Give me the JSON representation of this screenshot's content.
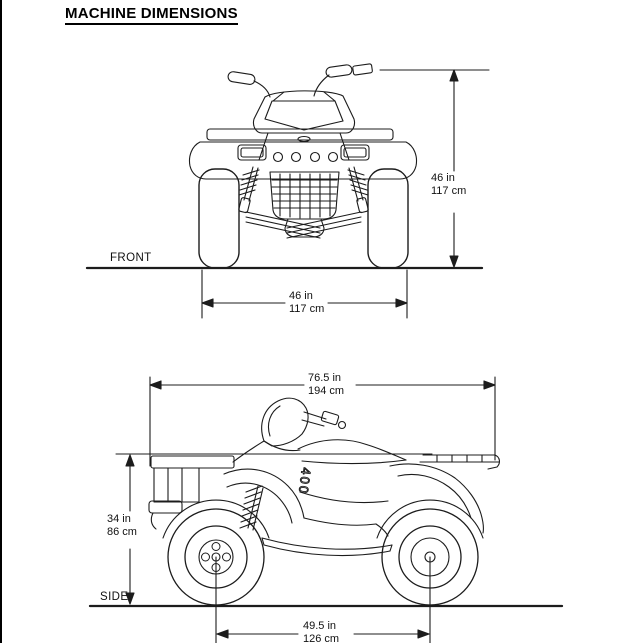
{
  "title": "MACHINE DIMENSIONS",
  "views": {
    "front": {
      "label": "FRONT",
      "height": {
        "in": "46 in",
        "cm": "117 cm"
      },
      "width": {
        "in": "46 in",
        "cm": "117 cm"
      }
    },
    "side": {
      "label": "SIDE",
      "badge": "400",
      "length": {
        "in": "76.5 in",
        "cm": "194 cm"
      },
      "height": {
        "in": "34 in",
        "cm": "86 cm"
      },
      "wheelbase": {
        "in": "49.5 in",
        "cm": "126 cm"
      }
    }
  },
  "colors": {
    "ink": "#1a1a1a",
    "paper": "#ffffff"
  }
}
